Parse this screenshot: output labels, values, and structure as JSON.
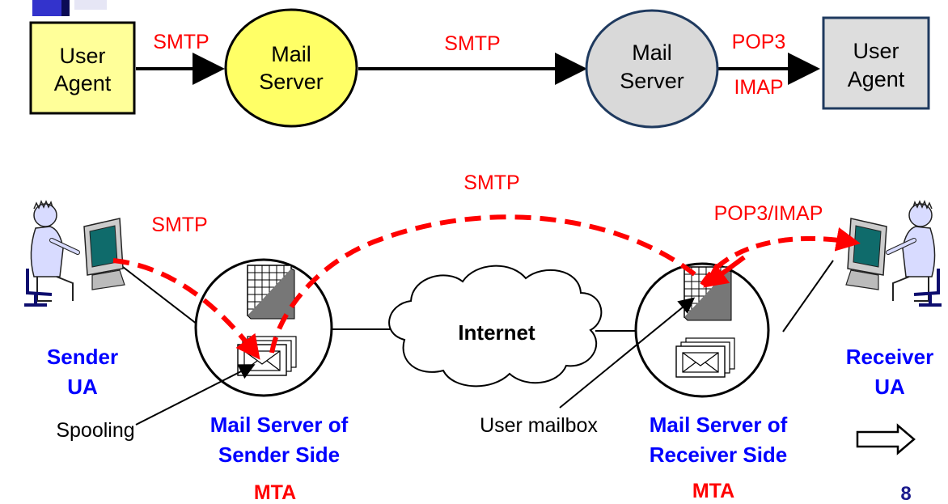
{
  "top_flow": {
    "user_agent_left": [
      "User",
      "Agent"
    ],
    "mail_server_left": [
      "Mail",
      "Server"
    ],
    "mail_server_right": [
      "Mail",
      "Server"
    ],
    "user_agent_right": [
      "User",
      "Agent"
    ],
    "link_1_label": "SMTP",
    "link_2_label": "SMTP",
    "link_3_label_top": "POP3",
    "link_3_label_bottom": "IMAP"
  },
  "bottom_flow": {
    "smtp_top_label": "SMTP",
    "smtp_left_label": "SMTP",
    "pop3_imap_label": "POP3/IMAP",
    "internet_label": "Internet",
    "sender_ua": [
      "Sender",
      "UA"
    ],
    "receiver_ua": [
      "Receiver",
      "UA"
    ],
    "spooling_label": "Spooling",
    "user_mailbox_label": "User mailbox",
    "sender_server": [
      "Mail Server of",
      "Sender Side"
    ],
    "receiver_server": [
      "Mail Server of",
      "Receiver Side"
    ],
    "mta_left": "MTA",
    "mta_right": "MTA"
  },
  "footer": {
    "page_number": "8"
  },
  "colors": {
    "protocol_red": "#ff0000",
    "title_blue": "#0000ff",
    "sender_fill": "#ffff99",
    "receiver_fill": "#dddddd",
    "receiver_border": "#1f3a5f",
    "corner_accent": "#3333cc"
  }
}
